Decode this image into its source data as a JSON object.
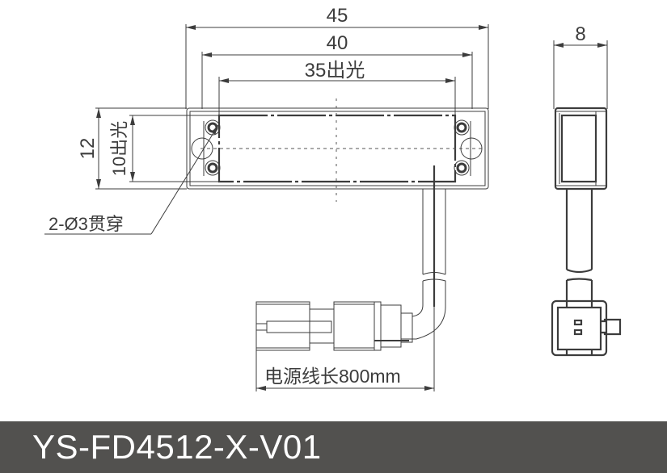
{
  "drawing": {
    "dimensions": {
      "overall_length": "45",
      "mount_hole_spacing": "40",
      "emitting_length": "35出光",
      "overall_height": "12",
      "emitting_height": "10出光",
      "depth": "8",
      "hole_callout": "2-Ø3贯穿",
      "cable_length": "电源线长800mm"
    },
    "views": [
      "front-view",
      "side-view"
    ]
  },
  "footer": {
    "model": "YS-FD4512-X-V01",
    "background_color": "#52514f",
    "text_color": "#ffffff"
  }
}
